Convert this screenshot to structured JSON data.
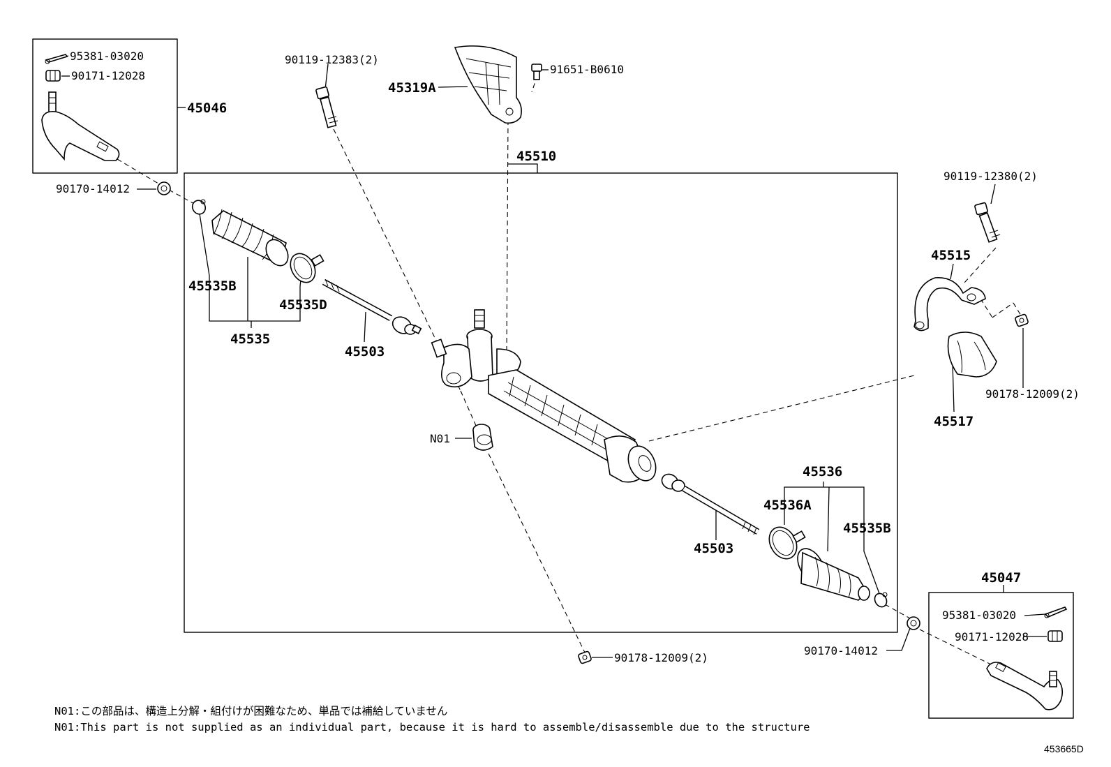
{
  "labels": {
    "p95381_tl": "95381-03020",
    "p90171_tl": "90171-12028",
    "p45046": "45046",
    "p90170_tl": "90170-14012",
    "p90119_12383": "90119-12383(2)",
    "p45319a": "45319A",
    "p91651": "91651-B0610",
    "p45510": "45510",
    "p90119_12380": "90119-12380(2)",
    "p45515": "45515",
    "p45535b_l": "45535B",
    "p45535d": "45535D",
    "p45535": "45535",
    "p45503_l": "45503",
    "p90178_r": "90178-12009(2)",
    "p45517": "45517",
    "pn01": "N01",
    "p45536": "45536",
    "p45536a": "45536A",
    "p45535b_r": "45535B",
    "p45503_r": "45503",
    "p45047": "45047",
    "p95381_br": "95381-03020",
    "p90171_br": "90171-12028",
    "p90170_br": "90170-14012",
    "p90178_b": "90178-12009(2)"
  },
  "notes": {
    "jp": "N01:この部品は、構造上分解・組付けが困難なため、単品では補給していません",
    "en": "N01:This part is not supplied as an individual part, because it is hard to assemble/disassemble due to the structure"
  },
  "diagram_ref": "453665D"
}
